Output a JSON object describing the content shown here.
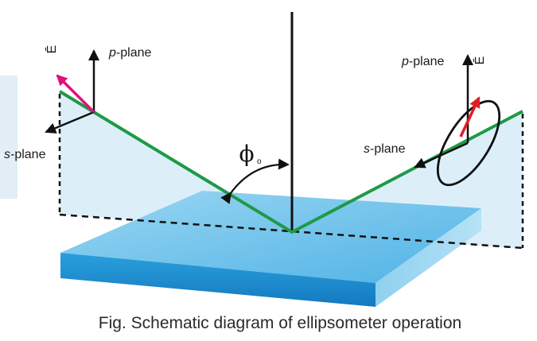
{
  "diagram": {
    "left_labels": {
      "e_field": "Ē",
      "p_plane_prefix": "p",
      "p_plane_suffix": "-plane",
      "s_plane_prefix": "s",
      "s_plane_suffix": "-plane"
    },
    "right_labels": {
      "e_field": "Ē",
      "p_plane_prefix": "p",
      "p_plane_suffix": "-plane",
      "s_plane_prefix": "s",
      "s_plane_suffix": "-plane"
    },
    "angle_symbol": "ϕ",
    "angle_subscript": "o",
    "colors": {
      "beam": "#1e9a46",
      "polarization_left": "#e0107e",
      "polarization_right": "#e01d24",
      "plane_fill": "#d6ecf8",
      "sample_top": "#6cc4ec",
      "sample_front": "#1c90d2",
      "axis": "#111111"
    }
  },
  "caption": "Fig. Schematic diagram of ellipsometer operation"
}
